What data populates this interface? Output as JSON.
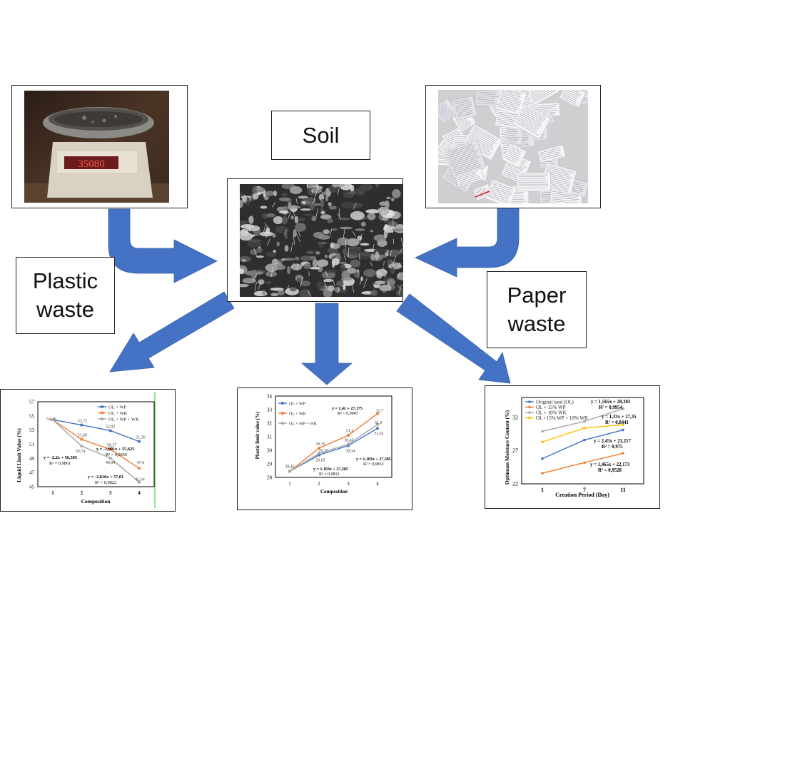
{
  "labels": {
    "soil": "Soil",
    "plastic_waste": [
      "Plastic",
      "waste"
    ],
    "paper_waste": [
      "Paper",
      "waste"
    ]
  },
  "photos": {
    "scale_display": "35080"
  },
  "colors": {
    "arrow": "#4472c4",
    "series_blue": "#4472c4",
    "series_orange": "#ed7d31",
    "series_gray": "#a5a5a5",
    "series_yellow": "#ffc000"
  },
  "chart_data": [
    {
      "type": "line",
      "ylabel": "Liquid Limit Value (%)",
      "xlabel": "Composition",
      "x": [
        1,
        2,
        3,
        4
      ],
      "ylim": [
        45,
        57
      ],
      "yticks": [
        45,
        47,
        49,
        51,
        53,
        55,
        57
      ],
      "grid": false,
      "legend": "top-right",
      "series": [
        {
          "name": "OL + WP",
          "values": [
            54.46,
            53.72,
            52.92,
            51.39
          ],
          "labels": [
            "",
            "53,72",
            "52,92",
            "51,39"
          ]
        },
        {
          "name": "OL + WK",
          "values": [
            54.46,
            51.69,
            50.27,
            47.6
          ],
          "labels": [
            "54,46",
            "51,69",
            "50,27",
            "47,6"
          ]
        },
        {
          "name": "OL + WP + WK",
          "values": [
            54.46,
            50.74,
            49.04,
            45.64
          ],
          "labels": [
            "",
            "50,74",
            "49,04",
            "45,64"
          ]
        }
      ],
      "equations": [
        "y = -1,001x + 55,625",
        "R² = 0,9656",
        "y = -2,2x + 56,505",
        "R² = 0,9861",
        "y = -2,816x + 57,01",
        "R² = 0,9822"
      ]
    },
    {
      "type": "line",
      "ylabel": "Plastic limit value (%)",
      "xlabel": "Composition",
      "x": [
        1,
        2,
        3,
        4
      ],
      "ylim": [
        28,
        34
      ],
      "yticks": [
        28,
        29,
        30,
        31,
        32,
        33,
        34
      ],
      "grid": false,
      "legend": "top-left",
      "series": [
        {
          "name": "OL + WP",
          "values": [
            28.45,
            29.65,
            30.34,
            31.62
          ],
          "labels": [
            "28,45",
            "29,65",
            "30,34",
            "31,62"
          ]
        },
        {
          "name": "OL + WK",
          "values": [
            28.45,
            30.15,
            31.1,
            32.7
          ],
          "labels": [
            "",
            "30,15",
            "31,1",
            "32,7"
          ]
        },
        {
          "name": "OL + WP + WK",
          "values": [
            28.45,
            29.77,
            30.45,
            31.9
          ],
          "labels": [
            "",
            "29,77",
            "30,45",
            "31,9"
          ]
        }
      ],
      "equations": [
        "y = 1,4x + 27,175",
        "R² = 0,9947",
        "y = 1,103x + 27,385",
        "R² = 0,9832",
        "y = 1,103x + 27,385",
        "R² = 0,9832"
      ]
    },
    {
      "type": "line",
      "ylabel": "Optimum Moisture Content (%)",
      "xlabel": "Creation Period (Day)",
      "x": [
        1,
        7,
        11
      ],
      "ylim": [
        22,
        35
      ],
      "yticks": [
        22,
        27,
        32
      ],
      "grid": false,
      "legend": "top-left",
      "series": [
        {
          "name": "Original land (OL)",
          "values": [
            25.8,
            28.6,
            30.1
          ]
        },
        {
          "name": "OL + 15% WP",
          "values": [
            23.6,
            25.2,
            26.6
          ]
        },
        {
          "name": "OL + 10% WK",
          "values": [
            29.9,
            31.4,
            33.3
          ]
        },
        {
          "name": "OL +15% WP + 10% WK",
          "values": [
            28.3,
            30.4,
            30.9
          ]
        }
      ],
      "equations": [
        "y = 1,565x + 28,303",
        "R² = 0,9954",
        "y = 1,33x + 27,35",
        "R² = 0,8441",
        "y = 2,45x + 23,217",
        "R² = 0,975",
        "y = 1,465x + 22,173",
        "R² = 0,9528"
      ]
    }
  ]
}
